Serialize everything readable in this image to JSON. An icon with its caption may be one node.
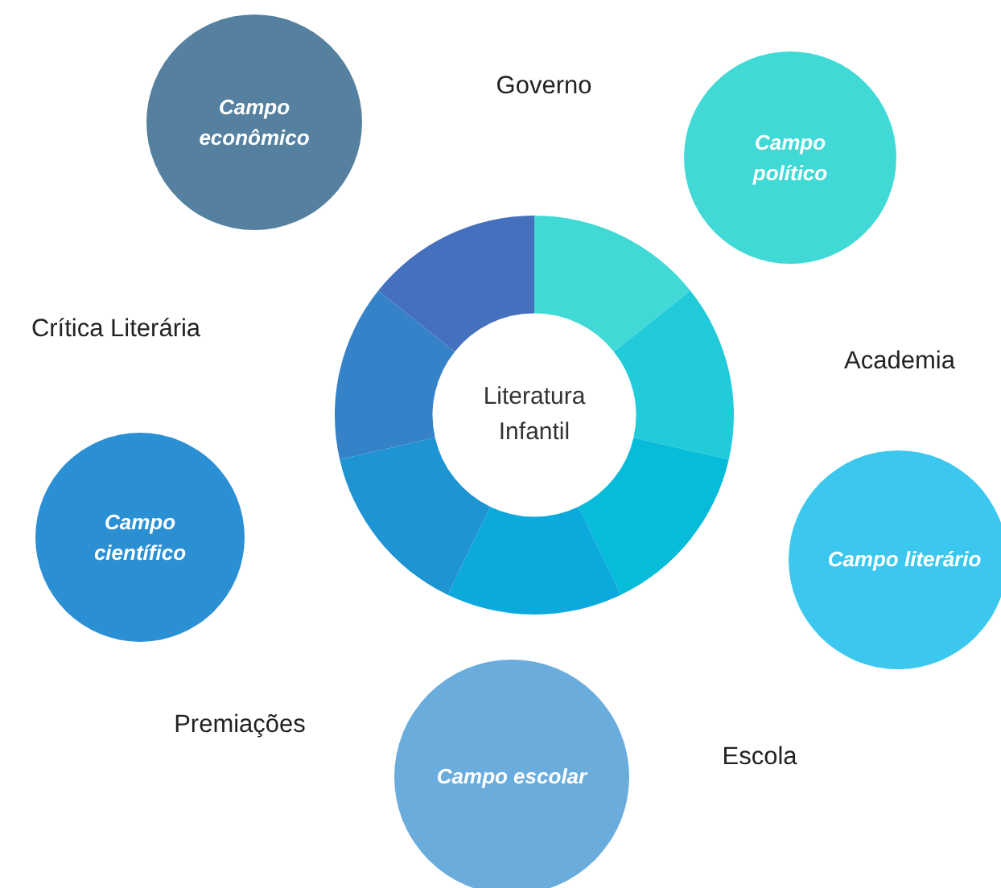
{
  "diagram": {
    "nodes": [
      {
        "text": [
          "Literatura Infantil"
        ]
      },
      {
        "text": [
          "Campo econômico"
        ]
      },
      {
        "text": [
          "Campo político"
        ]
      },
      {
        "text": [
          "Campo científico"
        ]
      },
      {
        "text": [
          "Campo literário"
        ]
      },
      {
        "text": [
          "Campo escolar"
        ]
      }
    ],
    "labels": [
      "Governo",
      "Crítica Literária",
      "Academia",
      "Premiações",
      "Escola"
    ]
  }
}
